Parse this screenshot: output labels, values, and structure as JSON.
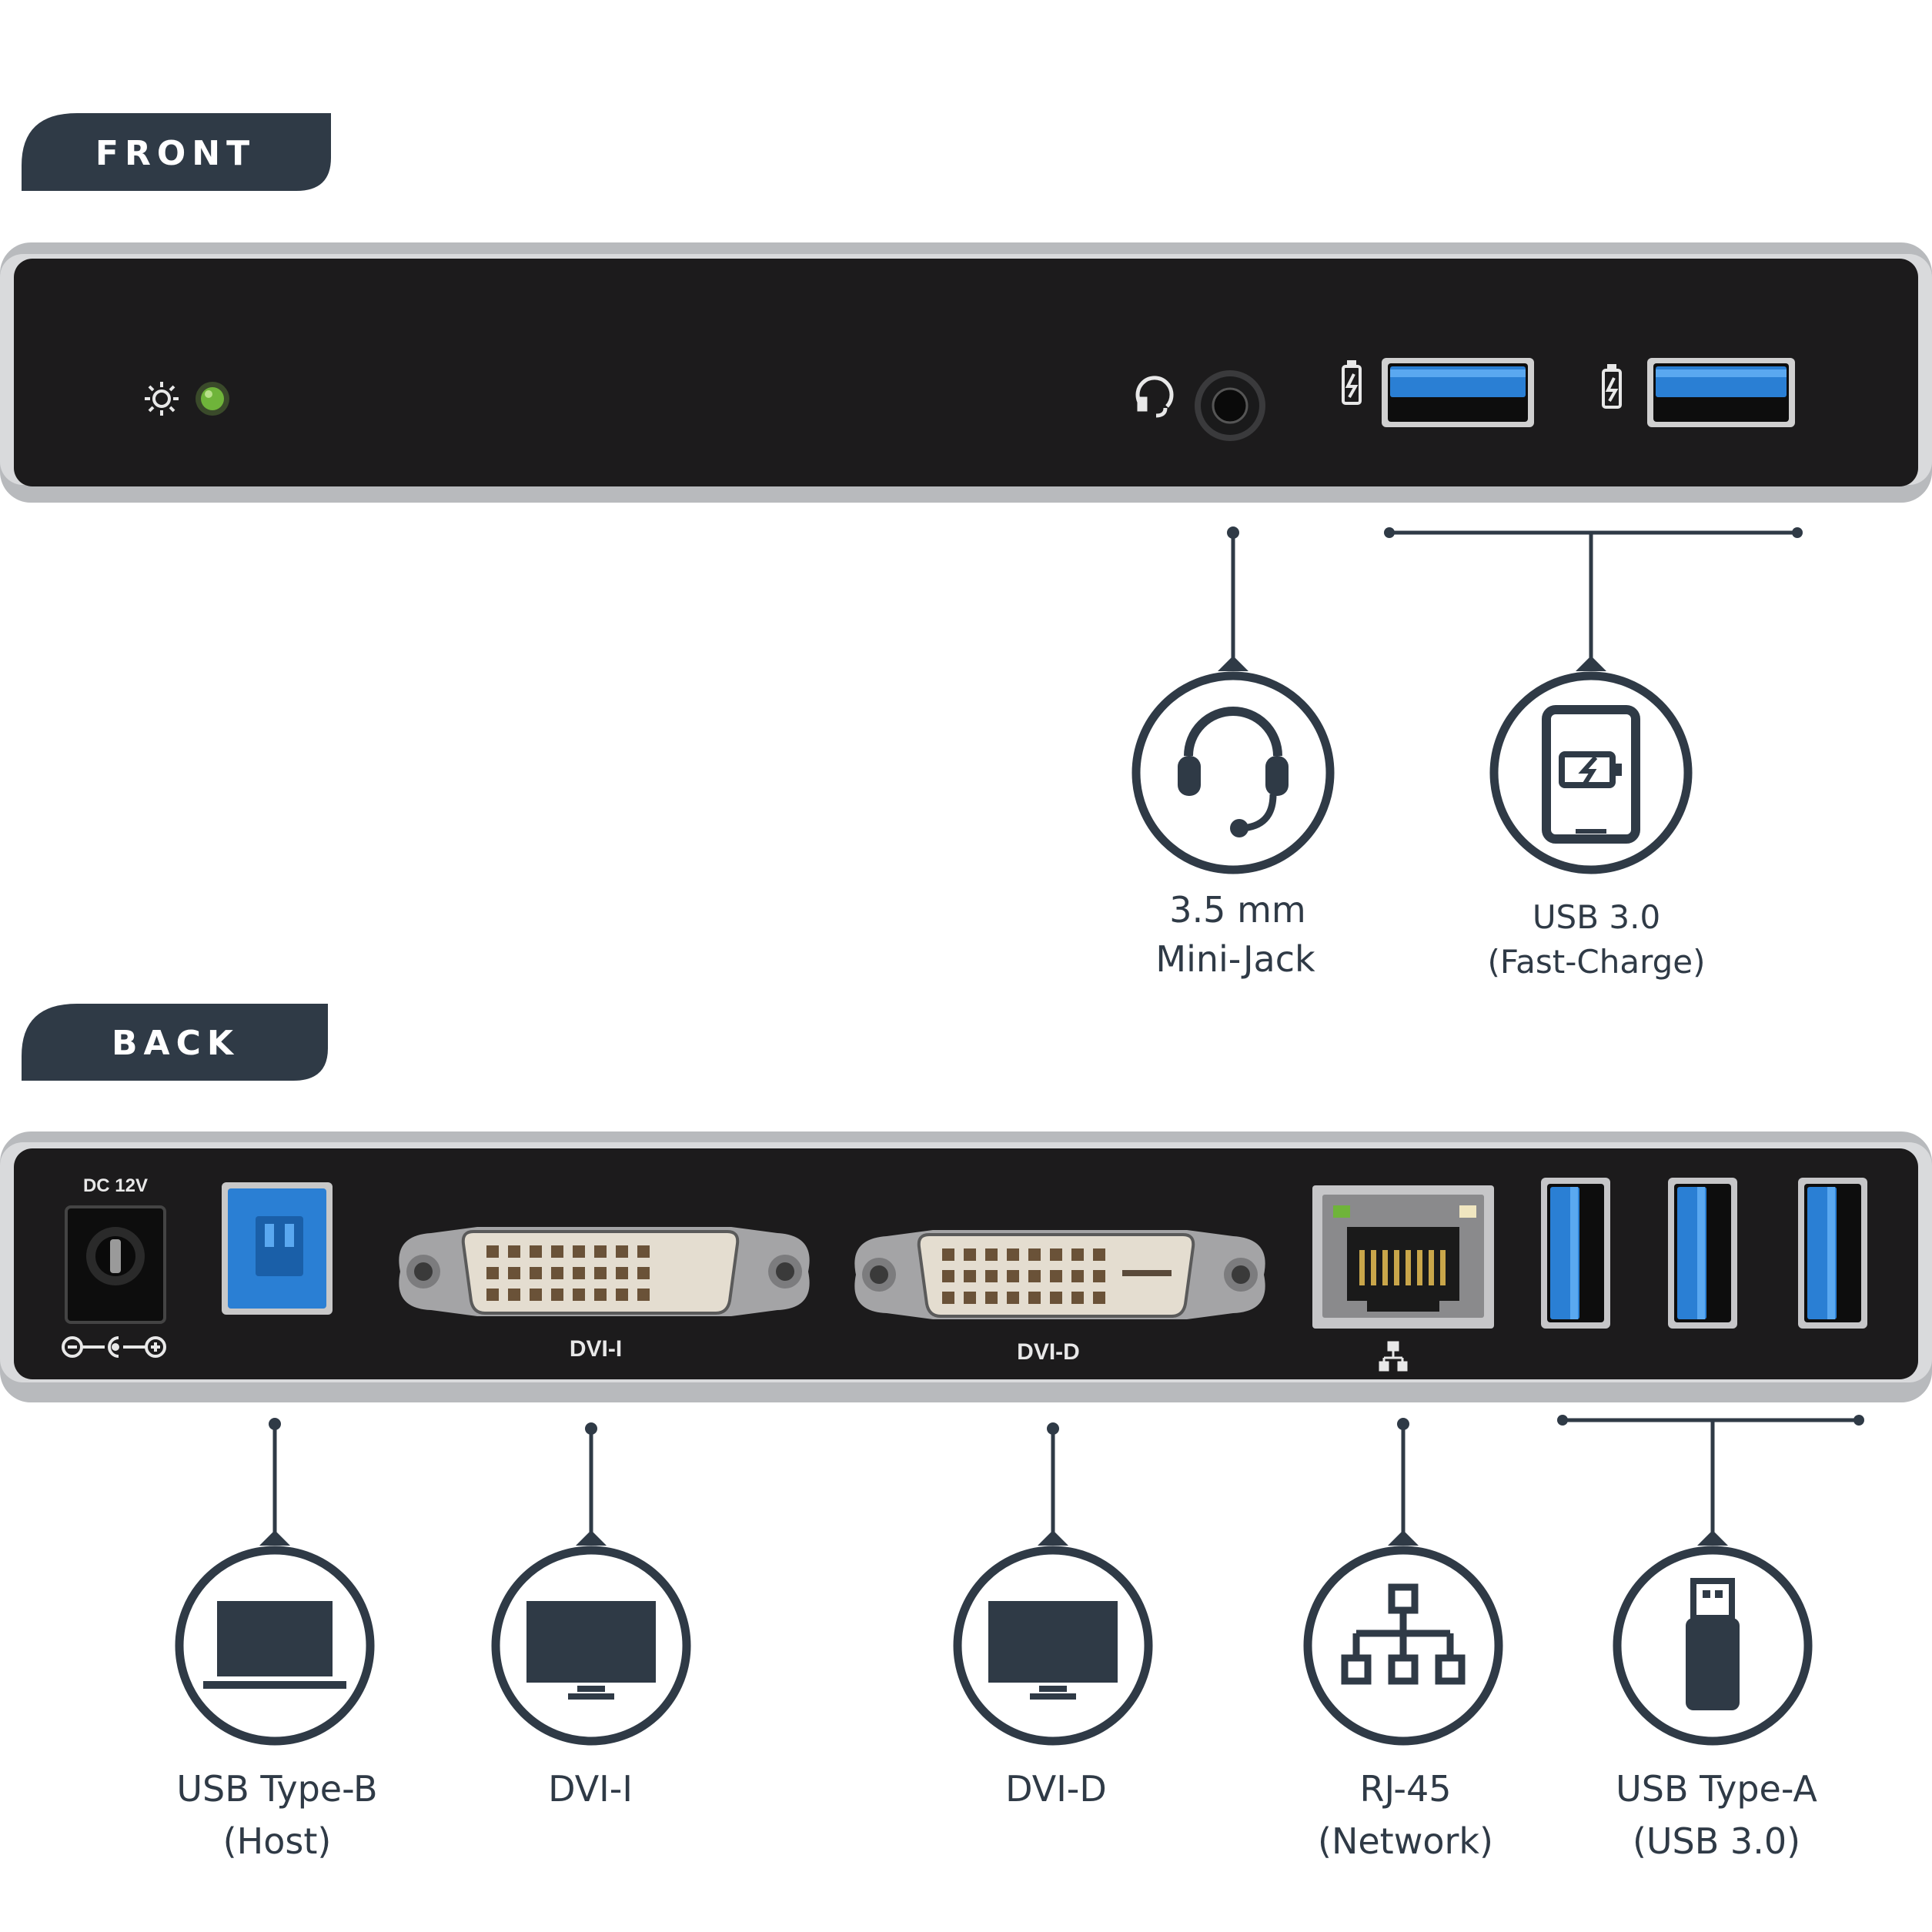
{
  "colors": {
    "tab_bg": "#2f3a46",
    "tab_text": "#ffffff",
    "icon_stroke": "#2f3a46",
    "dock_body": "#1c1b1c",
    "dock_frame": "#b8babd",
    "usb_blue": "#2a7fd4",
    "led_green": "#6fb43a"
  },
  "front": {
    "tab_label": "FRONT",
    "callouts": [
      {
        "line1": "3.5 mm",
        "line2": "Mini-Jack",
        "icon": "headset-icon"
      },
      {
        "line1": "USB 3.0",
        "line2": "(Fast-Charge)",
        "icon": "fast-charge-tablet-icon"
      }
    ]
  },
  "back": {
    "tab_label": "BACK",
    "port_labels": {
      "dc": "DC 12V",
      "dvi_i": "DVI-I",
      "dvi_d": "DVI-D"
    },
    "callouts": [
      {
        "line1": "USB Type-B",
        "line2": "(Host)",
        "icon": "laptop-icon"
      },
      {
        "line1": "DVI-I",
        "line2": "",
        "icon": "monitor-icon"
      },
      {
        "line1": "DVI-D",
        "line2": "",
        "icon": "monitor-icon"
      },
      {
        "line1": "RJ-45",
        "line2": "(Network)",
        "icon": "network-icon"
      },
      {
        "line1": "USB Type-A",
        "line2": "(USB 3.0)",
        "icon": "usb-drive-icon"
      }
    ]
  }
}
